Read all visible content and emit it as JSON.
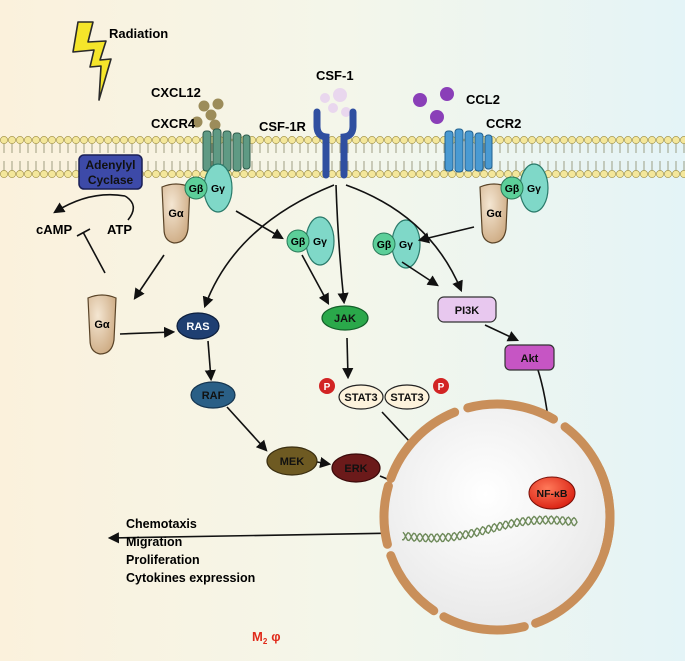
{
  "labels": {
    "radiation": "Radiation",
    "cxcl12": "CXCL12",
    "cxcr4": "CXCR4",
    "csf1": "CSF-1",
    "csf1r": "CSF-1R",
    "ccl2": "CCL2",
    "ccr2": "CCR2",
    "adenylyl_line1": "Adenylyl",
    "adenylyl_line2": "Cyclase",
    "camp": "cAMP",
    "atp": "ATP"
  },
  "g_protein": {
    "alpha": "Gα",
    "beta": "Gβ",
    "gamma": "Gγ"
  },
  "nodes": {
    "ras": "RAS",
    "raf": "RAF",
    "mek": "MEK",
    "erk": "ERK",
    "jak": "JAK",
    "stat3": "STAT3",
    "phospho": "P",
    "pi3k": "PI3K",
    "akt": "Akt",
    "nfkb": "NF-κB"
  },
  "outcomes": [
    "Chemotaxis",
    "Migration",
    "Proliferation",
    "Cytokines expression"
  ],
  "cell_label": {
    "main": "M",
    "sub": "2",
    "suffix": "φ"
  },
  "colors": {
    "ras": "#1f3f72",
    "raf": "#2a5f86",
    "mek": "#6e5a22",
    "erk": "#6b1a1a",
    "jak": "#2aa84a",
    "pi3k": "#e8c8ef",
    "akt": "#c655c4",
    "nfkb": "#e0321e",
    "gbg": "#7fd8c8",
    "galpha": "#d9bc95",
    "adenylyl": "#3d4aa8",
    "cxcr4": "#5f9a84",
    "csf1r": "#2f4fa0",
    "ccr2": "#4a9ad2",
    "nucleus": "#c98f5a",
    "membrane_head": "#f4e79b",
    "phospho": "#d22424",
    "accent_red": "#e02a1a"
  }
}
